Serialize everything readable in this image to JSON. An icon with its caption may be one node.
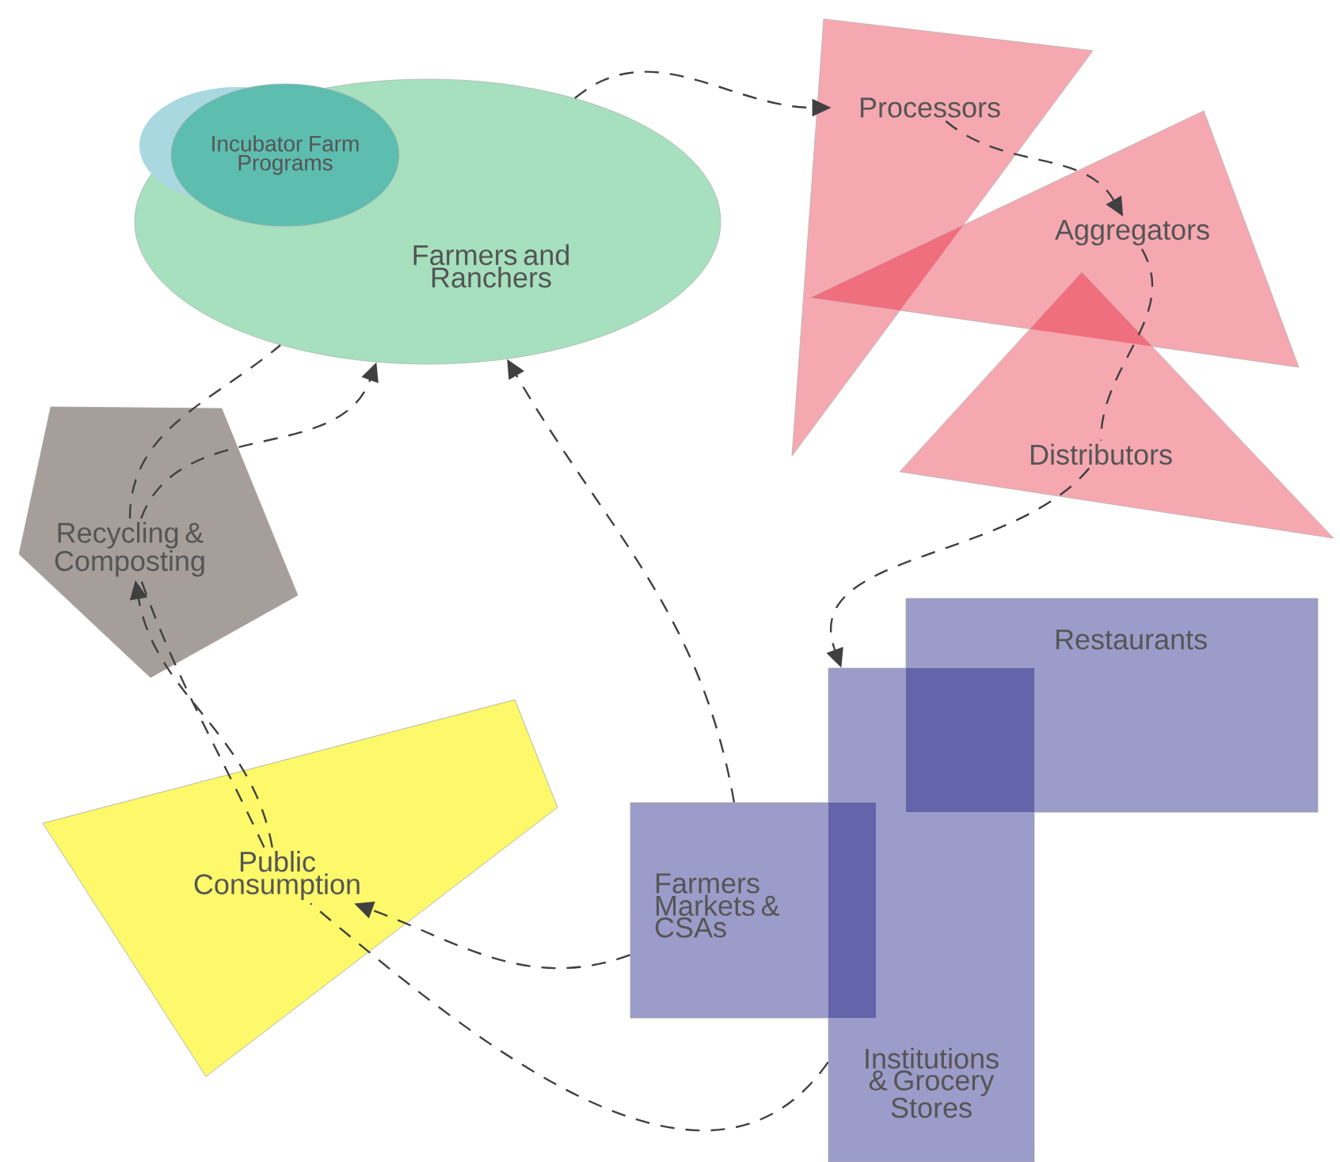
{
  "diagram": {
    "nodes": [
      {
        "text": [
          "Farmers and Ranchers"
        ]
      },
      {
        "text": [
          "Incubator Farm Programs"
        ],
        "in": 0
      },
      {
        "text": [
          "Processors"
        ]
      },
      {
        "text": [
          "Aggregators"
        ]
      },
      {
        "text": [
          "Distributors"
        ]
      },
      {
        "text": [
          "Recycling & Composting"
        ]
      },
      {
        "text": [
          "Public Consumption"
        ]
      },
      {
        "text": [
          "Restaurants"
        ]
      },
      {
        "text": [
          "Farmers Markets & CSAs"
        ]
      },
      {
        "text": [
          "Institutions & Grocery Stores"
        ]
      }
    ],
    "edges": [
      {
        "from": 0,
        "to": 2,
        "arrow": "to",
        "style": "dashed"
      },
      {
        "from": 2,
        "to": 3,
        "arrow": "to",
        "style": "dashed"
      },
      {
        "from": 3,
        "to": 4,
        "arrow": "none",
        "style": "dashed"
      },
      {
        "from": 4,
        "to": 9,
        "arrow": "to",
        "style": "dashed"
      },
      {
        "from": 9,
        "to": 6,
        "arrow": "none",
        "style": "dashed"
      },
      {
        "from": 6,
        "to": 5,
        "arrow": "to",
        "style": "dashed"
      },
      {
        "from": 5,
        "to": 0,
        "arrow": "none",
        "style": "dashed"
      },
      {
        "from": 8,
        "to": 0,
        "arrow": "to",
        "style": "dashed"
      },
      {
        "from": 8,
        "to": 6,
        "arrow": "to",
        "style": "dashed"
      },
      {
        "from": 6,
        "to": 5,
        "arrow": "none",
        "style": "dashed"
      },
      {
        "from": 5,
        "to": 0,
        "arrow": "to",
        "style": "dashed"
      }
    ]
  }
}
